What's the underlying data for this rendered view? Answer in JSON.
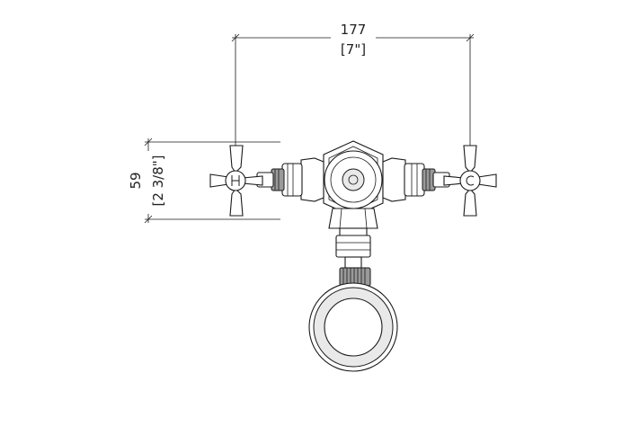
{
  "dimensions": {
    "width_mm": "177",
    "width_in": "[7\"]",
    "height_mm": "59",
    "height_in": "[2 3/8\"]"
  },
  "handles": {
    "left_symbol": "hot-symbol-icon",
    "right_symbol": "cold-symbol-icon"
  }
}
